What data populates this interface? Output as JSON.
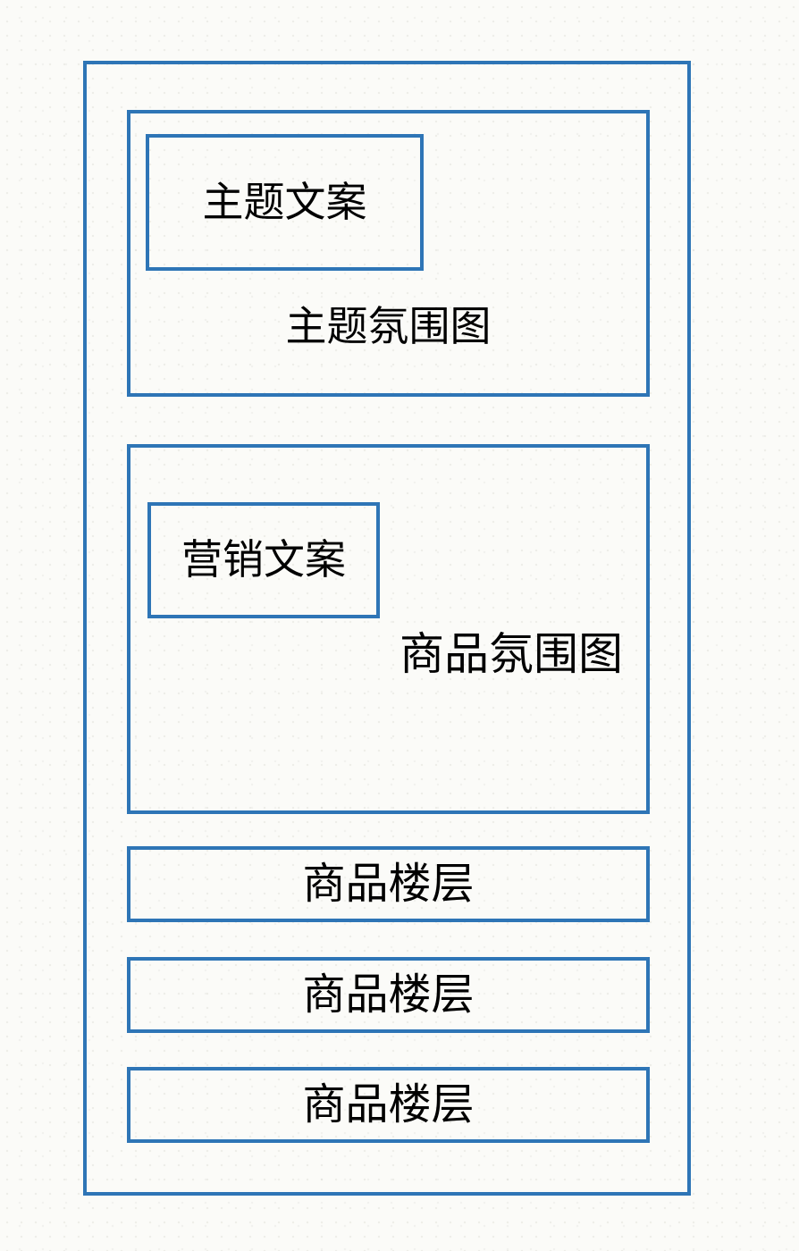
{
  "frame": {
    "accent_color": "#2E75B6",
    "text_color": "#000000"
  },
  "theme_section": {
    "box_label": "主题文案",
    "caption": "主题氛围图"
  },
  "product_section": {
    "box_label": "营销文案",
    "caption": "商品氛围图"
  },
  "floors": [
    {
      "label": "商品楼层"
    },
    {
      "label": "商品楼层"
    },
    {
      "label": "商品楼层"
    }
  ]
}
